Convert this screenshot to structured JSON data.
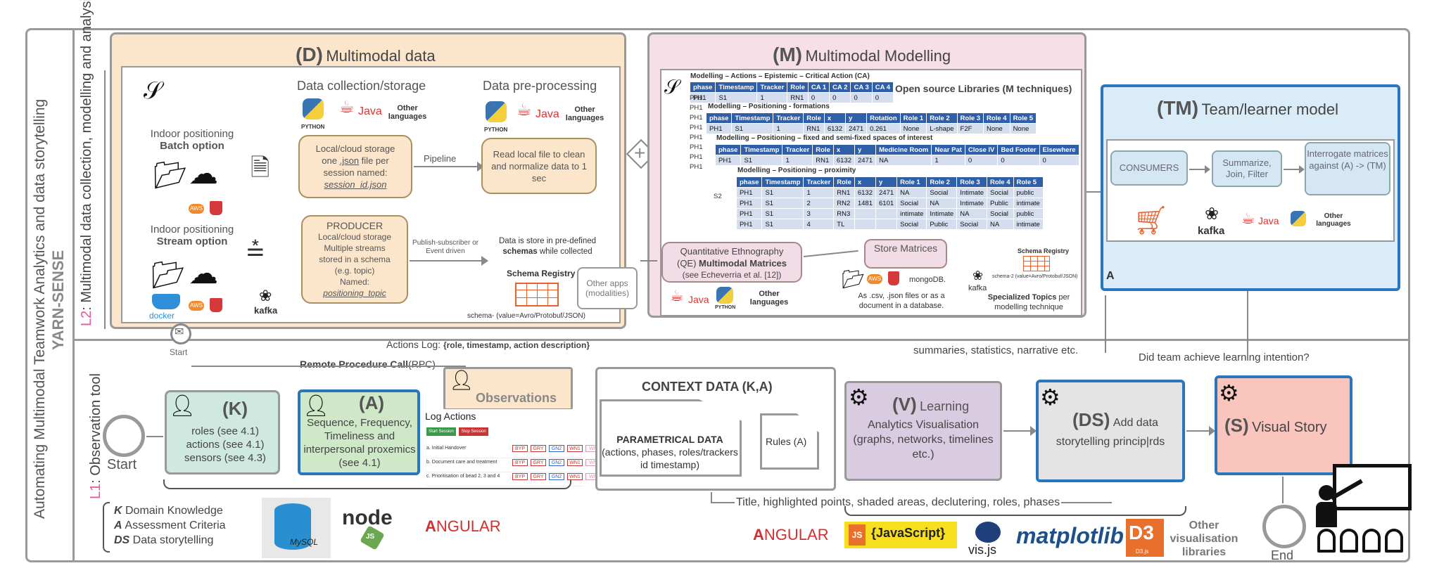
{
  "side": {
    "main_title": "Automating Multimodal Teamwork Analytics and data storytelling",
    "yarn": "YARN-SENSE",
    "l2_prefix": "L2",
    "l2_text": ": Multimodal data collection, modelling and analysis",
    "l1_prefix": "L1",
    "l1_text": ": Observation tool"
  },
  "D": {
    "letter": "(D)",
    "title": "Multimodal data",
    "collection_title": "Data collection/storage",
    "preprocessing_title": "Data pre-processing",
    "python": "PYTHON",
    "java": "Java",
    "other_lang": "Other languages",
    "indoor1": "Indoor positioning",
    "batch": "Batch option",
    "indoor2": "Indoor positioning",
    "stream": "Stream option",
    "aws": "AWS",
    "docker": "docker",
    "kafka": "kafka",
    "local_storage_1": "Local/cloud storage",
    "local_storage_2a": "one ",
    "local_storage_2b": ".json",
    "local_storage_2c": " file per",
    "local_storage_3": "session named:",
    "local_storage_4": "session_id.json",
    "pipeline": "Pipeline",
    "read_local": "Read local file to clean and normalize data to 1 sec",
    "producer_title": "PRODUCER",
    "producer_1": "Local/cloud storage",
    "producer_2": "Multiple streams",
    "producer_3": "stored in a schema",
    "producer_4": "(e.g. topic)",
    "producer_5": "Named:",
    "producer_6": "positioning_topic",
    "publish": "Publish-subscriber or Event driven",
    "store_schema_a": "Data is store in pre-defined",
    "store_schema_b": "schemas",
    "store_schema_c": " while collected",
    "schema_registry": "Schema Registry",
    "schema_note": "schema-    (value=Avro/Protobuf/JSON)",
    "other_apps": "Other apps (modalities)"
  },
  "M": {
    "letter": "(M)",
    "title": "Multimodal Modelling",
    "open_source": "Open source Libraries (M techniques)",
    "cap1": "Modelling – Actions – Epistemic – Critical Action (CA)",
    "t1_head": [
      "phase",
      "Timestamp",
      "Tracker",
      "Role",
      "CA 1",
      "CA 2",
      "CA 3",
      "CA 4"
    ],
    "t1_row": [
      "PH1",
      "S1",
      "1",
      "RN1",
      "0",
      "0",
      "0",
      "0"
    ],
    "cap2": "Modelling – Positioning - formations",
    "t2_head": [
      "phase",
      "Timestamp",
      "Tracker",
      "Role",
      "x",
      "y",
      "Rotation",
      "Role 1",
      "Role 2",
      "Role 3",
      "Role 4",
      "Role 5"
    ],
    "t2_row": [
      "PH1",
      "S1",
      "1",
      "RN1",
      "6132",
      "2471",
      "0.261",
      "None",
      "L-shape",
      "F2F",
      "None",
      "None"
    ],
    "cap3": "Modelling – Positioning – fixed and semi-fixed spaces of interest",
    "t3_head": [
      "phase",
      "Timestamp",
      "Tracker",
      "Role",
      "x",
      "y",
      "Medicine Room",
      "Near Pat",
      "Close IV",
      "Bed Footer",
      "Elsewhere"
    ],
    "t3_row": [
      "PH1",
      "S1",
      "1",
      "RN1",
      "6132",
      "2471",
      "NA",
      "1",
      "0",
      "0",
      "0"
    ],
    "cap4": "Modelling – Positioning – proximity",
    "t4_head": [
      "phase",
      "Timestamp",
      "Tracker",
      "Role",
      "x",
      "y",
      "Role 1",
      "Role 2",
      "Role 3",
      "Role 4",
      "Role 5"
    ],
    "t4_rows": [
      [
        "PH1",
        "S1",
        "1",
        "RN1",
        "6132",
        "2471",
        "NA",
        "Social",
        "Intimate",
        "Social",
        "public"
      ],
      [
        "PH1",
        "S1",
        "2",
        "RN2",
        "1481",
        "6101",
        "Social",
        "NA",
        "Intimate",
        "Public",
        "intimate"
      ],
      [
        "PH1",
        "S1",
        "3",
        "RN3",
        "",
        "",
        "intimate",
        "Intimate",
        "NA",
        "Social",
        "public"
      ],
      [
        "PH1",
        "S1",
        "4",
        "TL",
        "",
        "",
        "Social",
        "Public",
        "Social",
        "NA",
        "intimate"
      ]
    ],
    "ph_col": [
      "PH1",
      "PH1",
      "PH1",
      "PH1",
      "PH1",
      "PH1",
      "PH1",
      "PH1"
    ],
    "s2": "S2",
    "qe_1": "Quantitative Ethnography",
    "qe_2a": "(QE) ",
    "qe_2b": "Multimodal Matrices",
    "qe_3": "(see Echeverria et al. [12])",
    "store_matrices": "Store Matrices",
    "schema_registry": "Schema Registry",
    "schema_note": "schema-2 (value=Avro/Protobuf/JSON)",
    "mongo": "mongoDB.",
    "kafka": "kafka",
    "as_csv": "As .csv, .json files or as a document in a database.",
    "specialized_a": "Specialized Topics",
    "specialized_b": " per modelling technique",
    "java": "Java",
    "python": "PYTHON",
    "other_lang": "Other languages"
  },
  "TM": {
    "letter": "(TM)",
    "title": "Team/learner model",
    "consumers": "CONSUMERS",
    "summarize": "Summarize, Join, Filter",
    "interrogate": "Interrogate matrices against (A) -> (TM)",
    "kafka": "kafka",
    "java": "Java",
    "other_lang": "Other languages",
    "a_label": "A"
  },
  "mid": {
    "start_small": "Start",
    "actions_log_a": "Actions Log: ",
    "actions_log_b": "{role, timestamp, action description}",
    "rpc_a": "Remote Procedure Call",
    "rpc_b": "(RPC)",
    "summaries": "summaries, statistics, narrative etc.",
    "did_team": "Did team achieve learning intention?",
    "title_points": "Title, highlighted points, shaded areas, declutering, roles, phases"
  },
  "L1": {
    "start": "Start",
    "end": "End",
    "K_letter": "(K)",
    "K_lines": [
      "roles (see 4.1)",
      "actions (see 4.1)",
      "sensors (see 4.3)"
    ],
    "A_letter": "(A)",
    "A_text": "Sequence, Frequency, Timeliness and interpersonal proxemics (see 4.1)",
    "observations": "Observations",
    "log_actions": "Log Actions",
    "start_session": "Start Session",
    "stop_session": "Stop Session",
    "log_rows": [
      "a. Initial Handover",
      "b. Document care and treatment",
      "c. Prioritisation of bead 2, 3 and 4"
    ],
    "log_tags": [
      "BYP",
      "GRY",
      "GN2",
      "WN1",
      "WN"
    ],
    "context_title": "CONTEXT DATA (K,A)",
    "parametrical_title": "PARAMETRICAL DATA",
    "parametrical_text": "(actions, phases, roles/trackers id timestamp)",
    "rules": "Rules (A)",
    "V_letter": "(V)",
    "V_title": "Learning",
    "V_text": "Analytics Visualisation (graphs, networks, timelines etc.)",
    "DS_letter": "(DS)",
    "DS_title": "Add data",
    "DS_text": "storytelling princip|rds",
    "S_letter": "(S)",
    "S_title": "Visual Story",
    "legend": [
      {
        "key": "K",
        "text": "Domain Knowledge"
      },
      {
        "key": "A",
        "text": "Assessment Criteria"
      },
      {
        "key": "DS",
        "text": "Data storytelling"
      }
    ],
    "mysql": "MySQL",
    "node": "node",
    "js": "JS",
    "angular": "NGULAR",
    "angular_a": "A",
    "js_logo": "JS",
    "javascript": "{JavaScript}",
    "visjs": "vis.js",
    "matplotlib": "matplotlib",
    "d3": "D3",
    "d3_js": "D3.js",
    "other_vis": "Other visualisation libraries"
  }
}
